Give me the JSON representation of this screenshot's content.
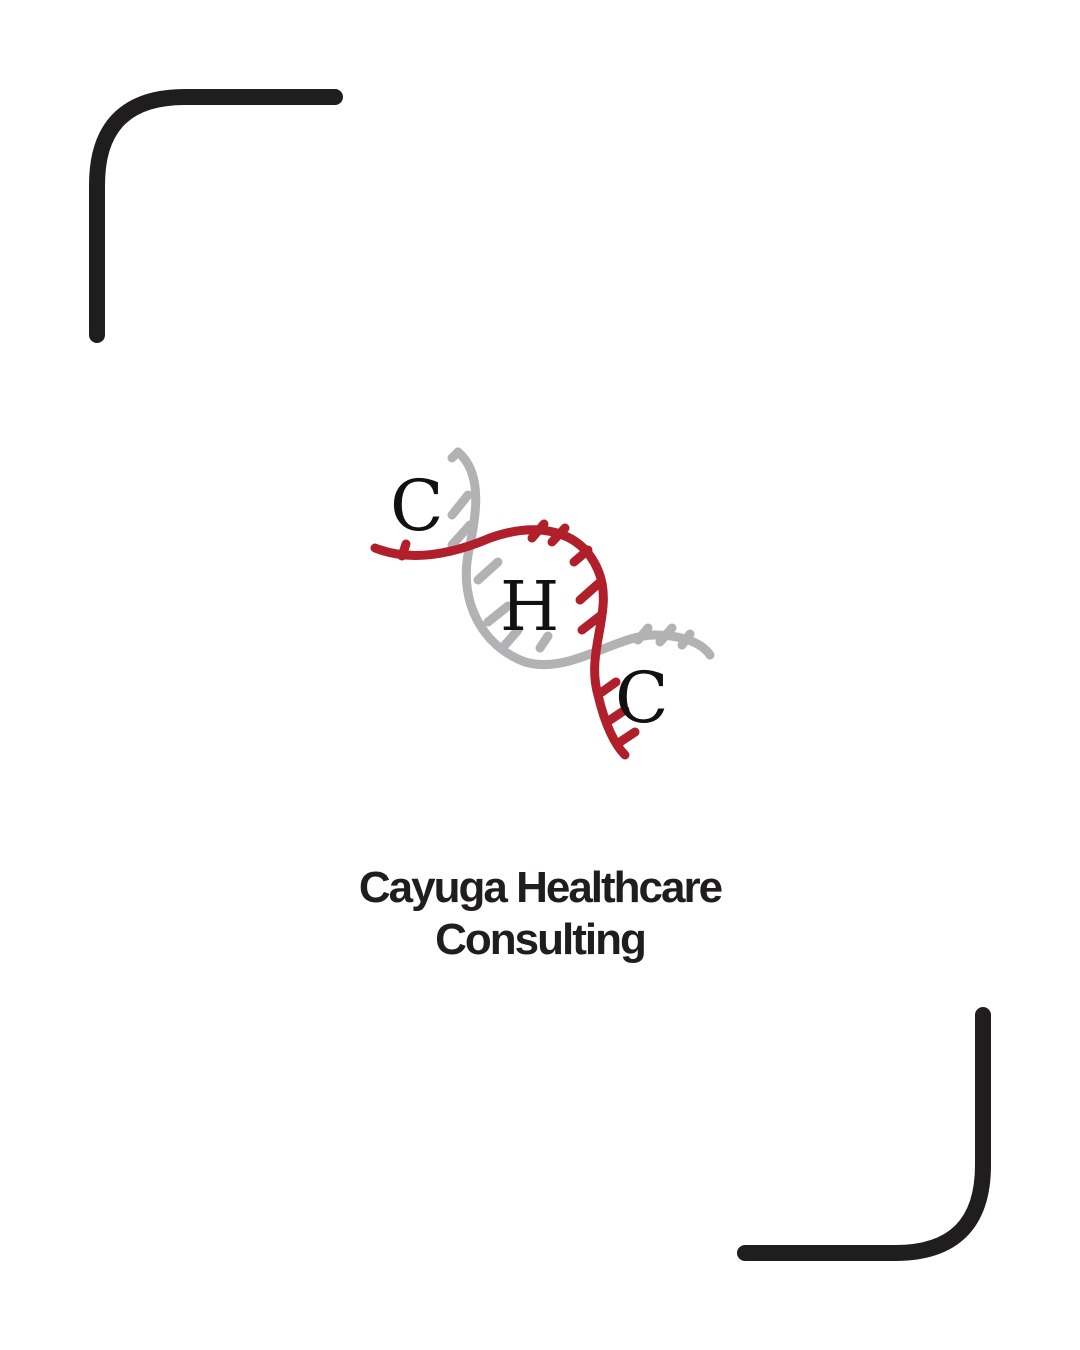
{
  "brand": {
    "monogram": [
      "C",
      "H",
      "C"
    ],
    "name_line_1": "Cayuga Healthcare",
    "name_line_2": "Consulting"
  },
  "colors": {
    "background": "#ffffff",
    "frame": "#1f1d1e",
    "strand_red": "#b11f2b",
    "strand_gray": "#b2b2b4",
    "text": "#1f1d1e"
  },
  "icons": {
    "logo": "dna-helix-icon",
    "frame_top_left": "corner-bracket-top-left",
    "frame_bottom_right": "corner-bracket-bottom-right"
  }
}
